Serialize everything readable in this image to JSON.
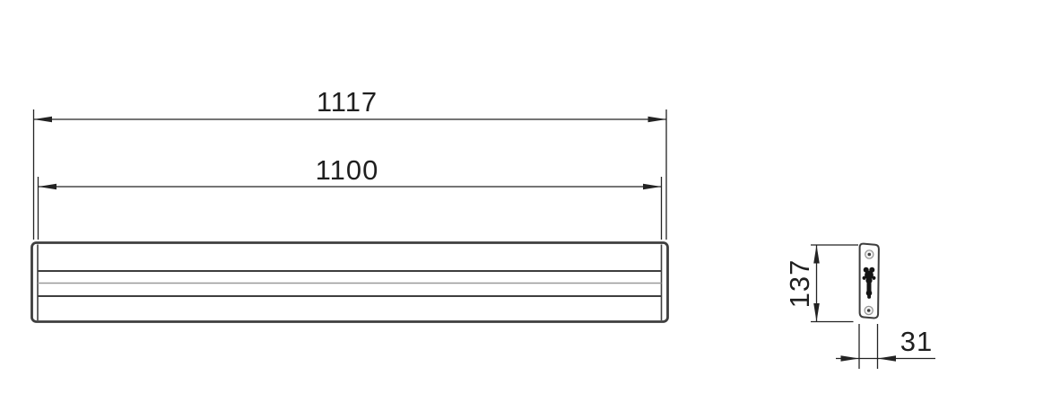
{
  "colors": {
    "paper": "#ffffff",
    "object_line": "#3e3e3e",
    "light_line": "#999999",
    "dim_line": "#232323",
    "text": "#1f1f1f",
    "silhouette": "#141414"
  },
  "dimensions": {
    "overall_width": {
      "value": "1117"
    },
    "inner_width": {
      "value": "1100"
    },
    "side_height": {
      "value": "137"
    },
    "side_depth": {
      "value": "31"
    }
  }
}
